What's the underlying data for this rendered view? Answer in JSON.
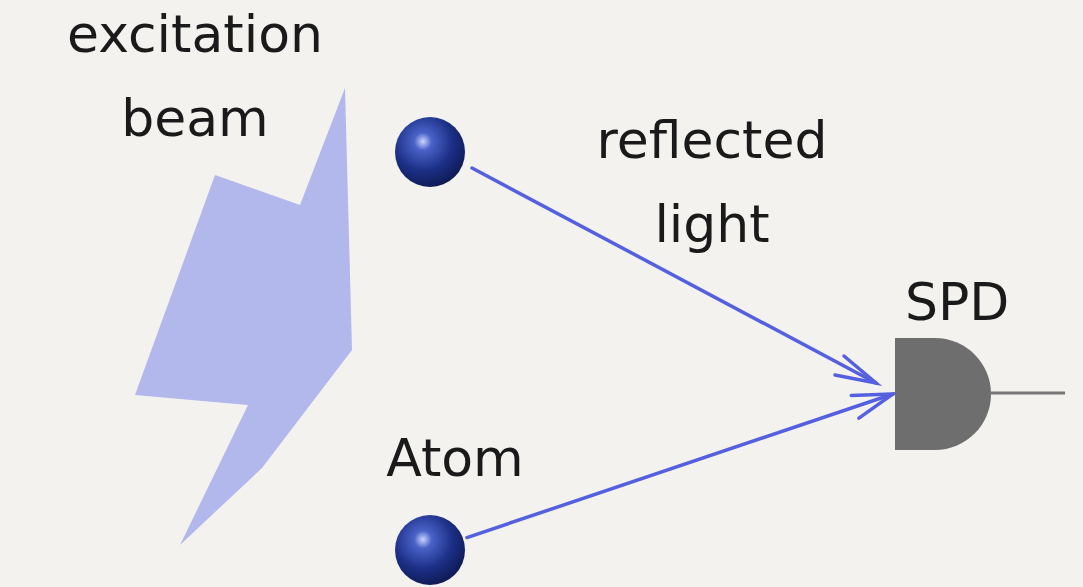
{
  "diagram": {
    "nodes": [
      {
        "text": [
          "Atom"
        ]
      },
      {
        "text": [
          "SPD"
        ]
      }
    ],
    "edges": [
      {
        "from": 0,
        "to": 1,
        "arrow": "to"
      }
    ],
    "labels": [
      "excitation beam",
      "reflected light"
    ]
  }
}
